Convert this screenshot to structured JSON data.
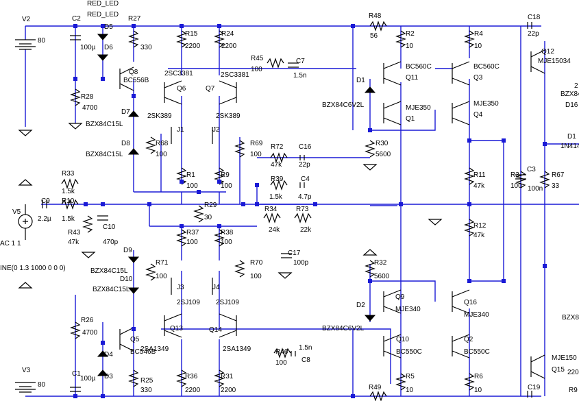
{
  "schematic": {
    "labels": [
      {
        "id": "red_led_1",
        "text": "RED_LED"
      },
      {
        "id": "red_led_2",
        "text": "RED_LED"
      },
      {
        "id": "v2",
        "text": "V2"
      },
      {
        "id": "v2_val",
        "text": "80"
      },
      {
        "id": "c2",
        "text": "C2"
      },
      {
        "id": "c2_val",
        "text": "100µ"
      },
      {
        "id": "d5",
        "text": "D5"
      },
      {
        "id": "d6",
        "text": "D6"
      },
      {
        "id": "r27",
        "text": "R27"
      },
      {
        "id": "r27_val",
        "text": "330"
      },
      {
        "id": "q8",
        "text": "Q8"
      },
      {
        "id": "q8_val",
        "text": "BC556B"
      },
      {
        "id": "r28",
        "text": "R28"
      },
      {
        "id": "r28_val",
        "text": "4700"
      },
      {
        "id": "d7",
        "text": "D7"
      },
      {
        "id": "d7_val",
        "text": "BZX84C15L"
      },
      {
        "id": "d8",
        "text": "D8"
      },
      {
        "id": "d8_val",
        "text": "BZX84C15L"
      },
      {
        "id": "r15",
        "text": "R15"
      },
      {
        "id": "r15_val",
        "text": "2200"
      },
      {
        "id": "r24",
        "text": "R24"
      },
      {
        "id": "r24_val",
        "text": "2200"
      },
      {
        "id": "q6_val",
        "text": "2SC3381"
      },
      {
        "id": "q6",
        "text": "Q6"
      },
      {
        "id": "q7_val",
        "text": "2SC3381"
      },
      {
        "id": "q7",
        "text": "Q7"
      },
      {
        "id": "j1_val",
        "text": "2SK389"
      },
      {
        "id": "j1",
        "text": "J1"
      },
      {
        "id": "j2_val",
        "text": "2SK389"
      },
      {
        "id": "j2",
        "text": "J2"
      },
      {
        "id": "r68",
        "text": "R68"
      },
      {
        "id": "r68_val",
        "text": "100"
      },
      {
        "id": "r69",
        "text": "R69"
      },
      {
        "id": "r69_val",
        "text": "100"
      },
      {
        "id": "r1",
        "text": "R1"
      },
      {
        "id": "r1_val",
        "text": "100"
      },
      {
        "id": "r9",
        "text": "R9"
      },
      {
        "id": "r9_val",
        "text": "100"
      },
      {
        "id": "r29",
        "text": "R29"
      },
      {
        "id": "r29_val",
        "text": "30"
      },
      {
        "id": "r45",
        "text": "R45"
      },
      {
        "id": "r45_val",
        "text": "100"
      },
      {
        "id": "c7",
        "text": "C7"
      },
      {
        "id": "c7_val",
        "text": "1.5n"
      },
      {
        "id": "r48",
        "text": "R48"
      },
      {
        "id": "r48_val",
        "text": "56"
      },
      {
        "id": "r2",
        "text": "R2"
      },
      {
        "id": "r2_val",
        "text": "10"
      },
      {
        "id": "r4",
        "text": "R4"
      },
      {
        "id": "r4_val",
        "text": "10"
      },
      {
        "id": "q11_val",
        "text": "BC560C"
      },
      {
        "id": "q11",
        "text": "Q11"
      },
      {
        "id": "q3_val",
        "text": "BC560C"
      },
      {
        "id": "q3",
        "text": "Q3"
      },
      {
        "id": "d1",
        "text": "D1"
      },
      {
        "id": "d1_val",
        "text": "BZX84C6V2L"
      },
      {
        "id": "q1_val",
        "text": "MJE350"
      },
      {
        "id": "q1",
        "text": "Q1"
      },
      {
        "id": "q4_val",
        "text": "MJE350"
      },
      {
        "id": "q4",
        "text": "Q4"
      },
      {
        "id": "r72",
        "text": "R72"
      },
      {
        "id": "r72_val",
        "text": "47k"
      },
      {
        "id": "c16",
        "text": "C16"
      },
      {
        "id": "c16_val",
        "text": "22p"
      },
      {
        "id": "r30",
        "text": "R30"
      },
      {
        "id": "r30_val",
        "text": "5600"
      },
      {
        "id": "r39",
        "text": "R39"
      },
      {
        "id": "r39_val",
        "text": "1.5k"
      },
      {
        "id": "c4",
        "text": "C4"
      },
      {
        "id": "c4_val",
        "text": "4.7p"
      },
      {
        "id": "r34",
        "text": "R34"
      },
      {
        "id": "r34_val",
        "text": "24k"
      },
      {
        "id": "r73",
        "text": "R73"
      },
      {
        "id": "r73_val",
        "text": "22k"
      },
      {
        "id": "c17",
        "text": "C17"
      },
      {
        "id": "c17_val",
        "text": "100p"
      },
      {
        "id": "r11",
        "text": "R11"
      },
      {
        "id": "r11_val",
        "text": "47k"
      },
      {
        "id": "r12",
        "text": "R12"
      },
      {
        "id": "r12_val",
        "text": "47k"
      },
      {
        "id": "r3",
        "text": "R3"
      },
      {
        "id": "r3_val",
        "text": "100"
      },
      {
        "id": "c3",
        "text": "C3"
      },
      {
        "id": "c3_val",
        "text": "100n"
      },
      {
        "id": "r67",
        "text": "R67"
      },
      {
        "id": "r67_val",
        "text": "33"
      },
      {
        "id": "c18",
        "text": "C18"
      },
      {
        "id": "c18_val",
        "text": "22p"
      },
      {
        "id": "q12",
        "text": "Q12"
      },
      {
        "id": "q12_val",
        "text": "MJE15034"
      },
      {
        "id": "bzx_r1",
        "text": "BZX84"
      },
      {
        "id": "d16",
        "text": "D16"
      },
      {
        "id": "d1x",
        "text": "D1"
      },
      {
        "id": "d1x_val",
        "text": "1N414"
      },
      {
        "id": "v5",
        "text": "V5"
      },
      {
        "id": "v5_ac",
        "text": "AC 1 1"
      },
      {
        "id": "v5_sine",
        "text": "INE(0 1.3 1000 0 0 0)"
      },
      {
        "id": "r33",
        "text": "R33"
      },
      {
        "id": "r33_val",
        "text": "1.5k"
      },
      {
        "id": "c9",
        "text": "C9"
      },
      {
        "id": "c9_val",
        "text": "2.2µ"
      },
      {
        "id": "r10",
        "text": "R10"
      },
      {
        "id": "r10_val",
        "text": "1.5k"
      },
      {
        "id": "r43",
        "text": "R43"
      },
      {
        "id": "r43_val",
        "text": "47k"
      },
      {
        "id": "c10",
        "text": "C10"
      },
      {
        "id": "c10_val",
        "text": "470p"
      },
      {
        "id": "r37",
        "text": "R37"
      },
      {
        "id": "r37_val",
        "text": "100"
      },
      {
        "id": "r38",
        "text": "R38"
      },
      {
        "id": "r38_val",
        "text": "100"
      },
      {
        "id": "d9",
        "text": "D9"
      },
      {
        "id": "d9_val",
        "text": "BZX84C15L"
      },
      {
        "id": "d10",
        "text": "D10"
      },
      {
        "id": "d10_val",
        "text": "BZX84C15L"
      },
      {
        "id": "r71",
        "text": "R71"
      },
      {
        "id": "r71_val",
        "text": "100"
      },
      {
        "id": "r70",
        "text": "R70"
      },
      {
        "id": "r70_val",
        "text": "100"
      },
      {
        "id": "j3",
        "text": "J3"
      },
      {
        "id": "j3_val",
        "text": "2SJ109"
      },
      {
        "id": "j4",
        "text": "J4"
      },
      {
        "id": "j4_val",
        "text": "2SJ109"
      },
      {
        "id": "r32",
        "text": "R32"
      },
      {
        "id": "r32_val",
        "text": "5600"
      },
      {
        "id": "d2",
        "text": "D2"
      },
      {
        "id": "d2_val",
        "text": "BZX84C6V2L"
      },
      {
        "id": "q9",
        "text": "Q9"
      },
      {
        "id": "q9_val",
        "text": "MJE340"
      },
      {
        "id": "q16",
        "text": "Q16"
      },
      {
        "id": "q16_val",
        "text": "MJE340"
      },
      {
        "id": "r26",
        "text": "R26"
      },
      {
        "id": "r26_val",
        "text": "4700"
      },
      {
        "id": "q5",
        "text": "Q5"
      },
      {
        "id": "q5_val",
        "text": "BC546B"
      },
      {
        "id": "q13",
        "text": "Q13"
      },
      {
        "id": "q13_val",
        "text": "2SA1349"
      },
      {
        "id": "q14",
        "text": "Q14"
      },
      {
        "id": "q14_val",
        "text": "2SA1349"
      },
      {
        "id": "q10",
        "text": "Q10"
      },
      {
        "id": "q10_val",
        "text": "BC550C"
      },
      {
        "id": "q2",
        "text": "Q2"
      },
      {
        "id": "q2_val",
        "text": "BC550C"
      },
      {
        "id": "r46",
        "text": "R46"
      },
      {
        "id": "r46_val",
        "text": "100"
      },
      {
        "id": "c8",
        "text": "C8"
      },
      {
        "id": "c8_val",
        "text": "1.5n"
      },
      {
        "id": "d4",
        "text": "D4"
      },
      {
        "id": "d3",
        "text": "D3"
      },
      {
        "id": "v3",
        "text": "V3"
      },
      {
        "id": "v3_val",
        "text": "80"
      },
      {
        "id": "c1",
        "text": "C1"
      },
      {
        "id": "c1_val",
        "text": "100µ"
      },
      {
        "id": "r25",
        "text": "R25"
      },
      {
        "id": "r25_val",
        "text": "330"
      },
      {
        "id": "r36",
        "text": "R36"
      },
      {
        "id": "r36_val",
        "text": "2200"
      },
      {
        "id": "r31",
        "text": "R31"
      },
      {
        "id": "r31_val",
        "text": "2200"
      },
      {
        "id": "r49",
        "text": "R49"
      },
      {
        "id": "r5",
        "text": "R5"
      },
      {
        "id": "r5_val",
        "text": "10"
      },
      {
        "id": "r6",
        "text": "R6"
      },
      {
        "id": "r6_val",
        "text": "10"
      },
      {
        "id": "bzx_r2",
        "text": "BZX8"
      },
      {
        "id": "q15",
        "text": "Q15"
      },
      {
        "id": "q15_val",
        "text": "MJE150"
      },
      {
        "id": "r_edge",
        "text": "220"
      },
      {
        "id": "c19",
        "text": "C19"
      },
      {
        "id": "edge2",
        "text": "2"
      },
      {
        "id": "edge_r94",
        "text": "R9"
      }
    ]
  }
}
